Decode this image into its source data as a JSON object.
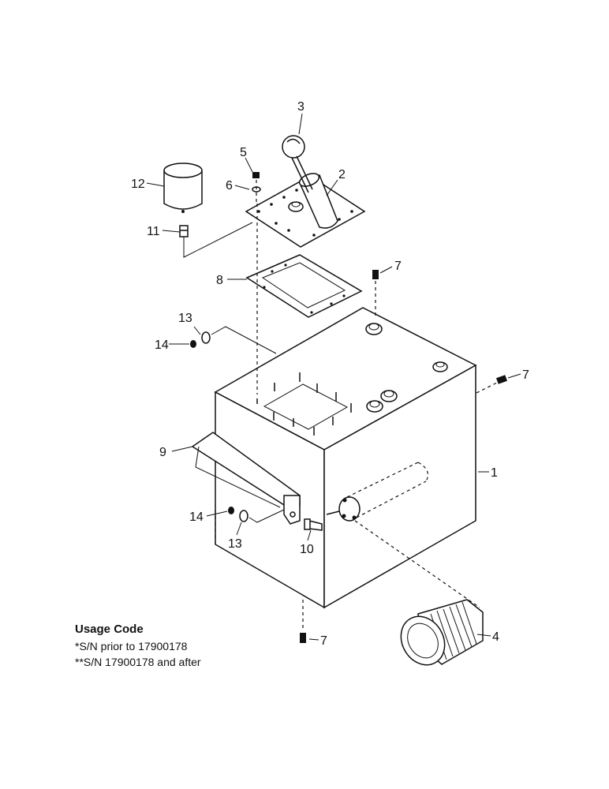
{
  "callouts": {
    "c1": "1",
    "c2": "2",
    "c3": "3",
    "c4": "4",
    "c5": "5",
    "c6": "6",
    "c7a": "7",
    "c7b": "7",
    "c7c": "7",
    "c8": "8",
    "c9": "9",
    "c10": "10",
    "c11": "11",
    "c12": "12",
    "c13a": "13",
    "c13b": "13",
    "c14a": "14",
    "c14b": "14"
  },
  "usage_code": {
    "title": "Usage Code",
    "line1": "*S/N prior to 17900178",
    "line2": "**S/N 17900178 and after"
  }
}
